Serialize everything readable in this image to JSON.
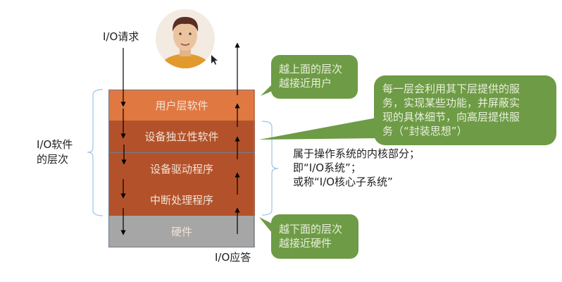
{
  "title_request": "I/O请求",
  "title_response": "I/O应答",
  "software_levels_label": [
    "I/O软件",
    "的层次"
  ],
  "layers": [
    {
      "label": "用户层软件",
      "color": "#E07841"
    },
    {
      "label": "设备独立性软件",
      "color": "#B3522A"
    },
    {
      "label": "设备驱动程序",
      "color": "#B3522A"
    },
    {
      "label": "中断处理程序",
      "color": "#B3522A"
    },
    {
      "label": "硬件",
      "color": "#A6A6A6"
    }
  ],
  "bubbles": {
    "top": [
      "越上面的层次",
      "越接近用户"
    ],
    "middle": [
      "每一层会利用其下层提供的服",
      "务，实现某些功能，并屏蔽实",
      "现的具体细节，向高层提供服",
      "务（“封装思想”）"
    ],
    "bottom": [
      "越下面的层次",
      "越接近硬件"
    ]
  },
  "kernel_note": [
    "属于操作系统的内核部分；",
    "即“I/O系统”；",
    "或称“I/O核心子系统”"
  ],
  "colors": {
    "bubble": "#6E9B45",
    "brace": "#9DC3E6"
  }
}
